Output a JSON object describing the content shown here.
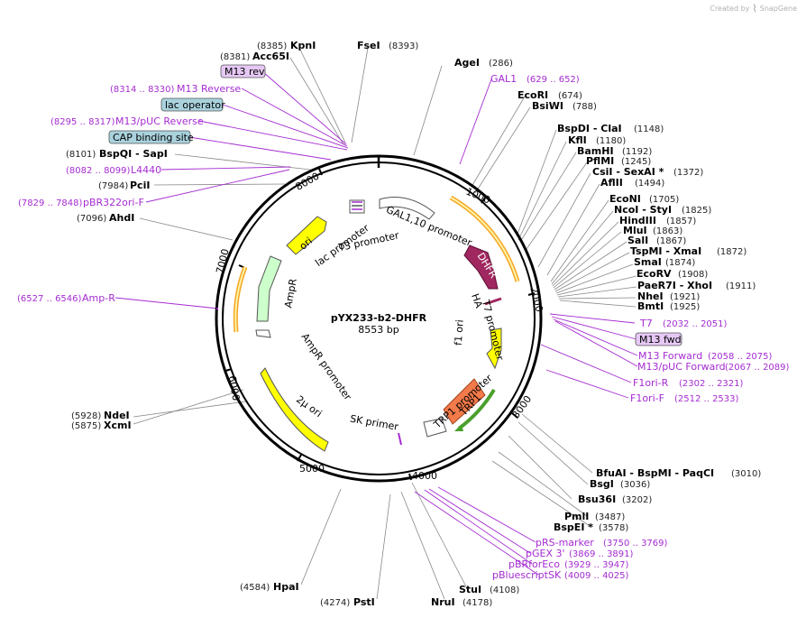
{
  "branding": {
    "created_by": "Created by",
    "product": "SnapGene"
  },
  "plasmid": {
    "name": "pYX233-b2-DHFR",
    "size": "8553 bp"
  },
  "ticks": [
    "1000",
    "2000",
    "3000",
    "4000",
    "5000",
    "6000",
    "7000",
    "8000"
  ],
  "enzymes": {
    "kpni": {
      "name": "KpnI",
      "pos": "(8385)"
    },
    "fsei": {
      "name": "FseI",
      "pos": "(8393)"
    },
    "acc65i": {
      "name": "Acc65I",
      "pos": "(8381)"
    },
    "agei": {
      "name": "AgeI",
      "pos": "(286)"
    },
    "ecori": {
      "name": "EcoRI",
      "pos": "(674)"
    },
    "bsiwi": {
      "name": "BsiWI",
      "pos": "(788)"
    },
    "bspdi": {
      "name": "BspDI - ClaI",
      "pos": "(1148)"
    },
    "kfli": {
      "name": "KflI",
      "pos": "(1180)"
    },
    "bamhi": {
      "name": "BamHI",
      "pos": "(1192)"
    },
    "pflmi": {
      "name": "PflMI",
      "pos": "(1245)"
    },
    "csii": {
      "name": "CsiI - SexAI *",
      "pos": "(1372)"
    },
    "aflii": {
      "name": "AflII",
      "pos": "(1494)"
    },
    "econi": {
      "name": "EcoNI",
      "pos": "(1705)"
    },
    "ncoi": {
      "name": "NcoI - StyI",
      "pos": "(1825)"
    },
    "hindiii": {
      "name": "HindIII",
      "pos": "(1857)"
    },
    "mlui": {
      "name": "MluI",
      "pos": "(1863)"
    },
    "sali": {
      "name": "SalI",
      "pos": "(1867)"
    },
    "tspmi": {
      "name": "TspMI - XmaI",
      "pos": "(1872)"
    },
    "smai": {
      "name": "SmaI",
      "pos": "(1874)"
    },
    "ecorv": {
      "name": "EcoRV",
      "pos": "(1908)"
    },
    "paer7i": {
      "name": "PaeR7I - XhoI",
      "pos": "(1911)"
    },
    "nhei": {
      "name": "NheI",
      "pos": "(1921)"
    },
    "bmti": {
      "name": "BmtI",
      "pos": "(1925)"
    },
    "bspqi": {
      "name": "BspQI - SapI",
      "pos": "(8101)"
    },
    "pcii": {
      "name": "PciI",
      "pos": "(7984)"
    },
    "ahdi": {
      "name": "AhdI",
      "pos": "(7096)"
    },
    "ndei": {
      "name": "NdeI",
      "pos": "(5928)"
    },
    "xcmi": {
      "name": "XcmI",
      "pos": "(5875)"
    },
    "bfuai": {
      "name": "BfuAI - BspMI - PaqCI",
      "pos": "(3010)"
    },
    "bsgi": {
      "name": "BsgI",
      "pos": "(3036)"
    },
    "bsu36i": {
      "name": "Bsu36I",
      "pos": "(3202)"
    },
    "pmli": {
      "name": "PmlI",
      "pos": "(3487)"
    },
    "bspei": {
      "name": "BspEI *",
      "pos": "(3578)"
    },
    "stui": {
      "name": "StuI",
      "pos": "(4108)"
    },
    "nrui": {
      "name": "NruI",
      "pos": "(4178)"
    },
    "psti": {
      "name": "PstI",
      "pos": "(4274)"
    },
    "hpai": {
      "name": "HpaI",
      "pos": "(4584)"
    }
  },
  "primers": {
    "gal1": {
      "name": "GAL1",
      "range": "(629 .. 652)"
    },
    "m13rev": {
      "name": "M13 rev"
    },
    "m13reverse": {
      "name": "M13 Reverse",
      "range": "(8314 .. 8330)"
    },
    "lacop": {
      "name": "lac operator"
    },
    "m13puc_rev": {
      "name": "M13/pUC Reverse",
      "range": "(8295 .. 8317)"
    },
    "cap": {
      "name": "CAP binding site"
    },
    "l4440": {
      "name": "L4440",
      "range": "(8082 .. 8099)"
    },
    "pbr322ori": {
      "name": "pBR322ori-F",
      "range": "(7829 .. 7848)"
    },
    "ampr": {
      "name": "Amp-R",
      "range": "(6527 .. 6546)"
    },
    "t7": {
      "name": "T7",
      "range": "(2032 .. 2051)"
    },
    "m13fwd": {
      "name": "M13 fwd"
    },
    "m13forward": {
      "name": "M13 Forward",
      "range": "(2058 .. 2075)"
    },
    "m13puc_fwd": {
      "name": "M13/pUC Forward",
      "range": "(2067 .. 2089)"
    },
    "f1orir": {
      "name": "F1ori-R",
      "range": "(2302 .. 2321)"
    },
    "f1orif": {
      "name": "F1ori-F",
      "range": "(2512 .. 2533)"
    },
    "prs": {
      "name": "pRS-marker",
      "range": "(3750 .. 3769)"
    },
    "pgex": {
      "name": "pGEX 3'",
      "range": "(3869 .. 3891)"
    },
    "pbrfor": {
      "name": "pBRforEco",
      "range": "(3929 .. 3947)"
    },
    "pblue": {
      "name": "pBluescriptSK",
      "range": "(4009 .. 4025)"
    }
  },
  "features": {
    "lac_promoter": "lac promoter",
    "t3_promoter": "T3 promoter",
    "gal_promoter": "GAL1,10 promoter",
    "dhfr": "DHFR",
    "ha": "HA",
    "t7_promoter": "T7 promoter",
    "f1ori": "f1 ori",
    "trp1_promoter": "TRP1 promoter",
    "trp1": "TRP1",
    "sk_primer": "SK primer",
    "two_mu": "2μ ori",
    "ampr_promoter": "AmpR promoter",
    "ampr": "AmpR",
    "ori": "ori"
  },
  "colors": {
    "primer": "#a52cd1",
    "ori": "#ffff00",
    "ampr": "#ccffcc",
    "dhfr": "#a0275f",
    "trp1": "#f37a4a",
    "misc_box": "#a9d2dd",
    "primer_box": "#e6c8f5"
  }
}
